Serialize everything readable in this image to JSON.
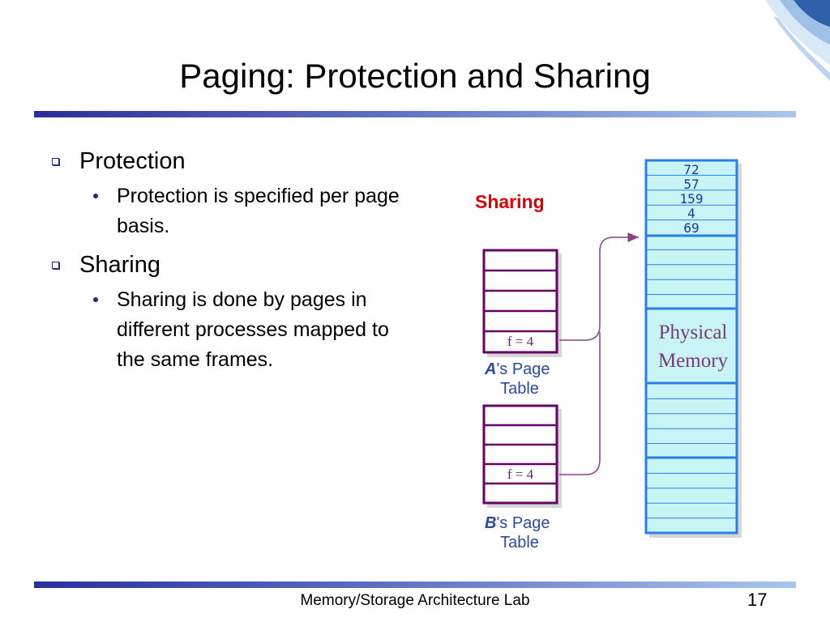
{
  "slide": {
    "title": "Paging: Protection and Sharing",
    "footer": "Memory/Storage Architecture Lab",
    "page_number": "17"
  },
  "bullets": [
    {
      "text": "Protection",
      "sub": [
        "Protection is specified per page basis."
      ]
    },
    {
      "text": "Sharing",
      "sub": [
        "Sharing is done by pages in different processes mapped to the same frames."
      ]
    }
  ],
  "diagram": {
    "label": "Sharing",
    "memory_values": [
      "72",
      "57",
      "159",
      "4",
      "69"
    ],
    "memory_label_line1": "Physical",
    "memory_label_line2": "Memory",
    "table_a": {
      "entry": "f = 4",
      "caption_letter": "A",
      "caption_rest": "'s Page",
      "caption_line2": "Table"
    },
    "table_b": {
      "entry": "f = 4",
      "caption_letter": "B",
      "caption_rest": "'s Page",
      "caption_line2": "Table"
    }
  },
  "colors": {
    "memory_fill": "#c8f4f6",
    "memory_border": "#2a7ee8",
    "table_border": "#660066",
    "arrow": "#884488",
    "caption": "#2a4aa0",
    "sharing": "#e00000"
  }
}
